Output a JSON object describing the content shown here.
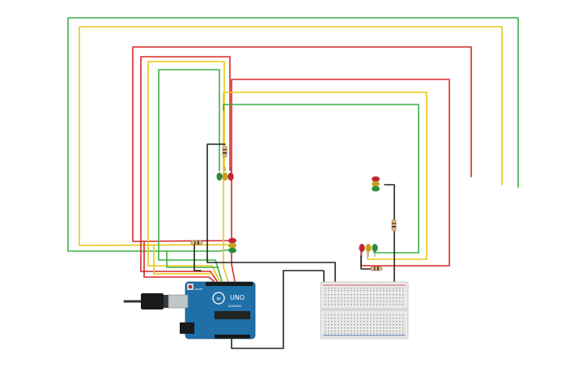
{
  "board": {
    "model": "UNO",
    "brand": "ARDUINO",
    "reset_label": "RESET"
  },
  "colors": {
    "wire_green": "#3cb043",
    "wire_yellow": "#e8c619",
    "wire_red": "#d62828",
    "wire_black": "#222222",
    "board_blue": "#1f6fa8",
    "breadboard": "#e9e9e9",
    "led_red": "#c0272d",
    "led_yellow": "#c4a11d",
    "led_green": "#2e8b3e",
    "resistor": "#d9b98a"
  },
  "components": {
    "traffic_light_groups": 4,
    "leds_per_group": [
      "red",
      "yellow",
      "green"
    ]
  }
}
